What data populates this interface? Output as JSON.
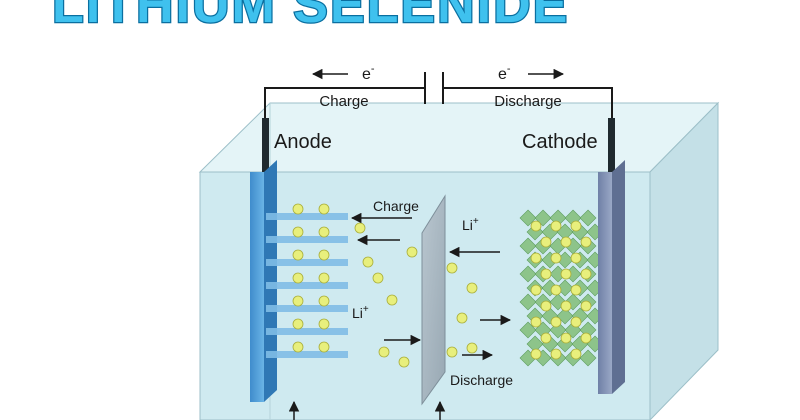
{
  "banner": {
    "text": "LITHIUM SELENIDE"
  },
  "circuit": {
    "electron_left": "e",
    "electron_right": "e",
    "electron_sup": "-",
    "charge_label": "Charge",
    "discharge_label": "Discharge"
  },
  "electrodes": {
    "anode_label": "Anode",
    "cathode_label": "Cathode"
  },
  "cell": {
    "charge_label": "Charge",
    "discharge_label": "Discharge",
    "li_label_right": "Li",
    "li_label_left": "Li",
    "li_sup": "+"
  },
  "colors": {
    "banner_fill": "#3fc1ee",
    "banner_stroke": "#0a6fa0",
    "electrolyte": "#cfeaf0",
    "anode": "#4f9fd6",
    "cathode": "#7f8fb0",
    "li_ion": "#e8ef7c",
    "cathode_crystal": "#8dc48a",
    "separator": "#a8b6bf"
  }
}
